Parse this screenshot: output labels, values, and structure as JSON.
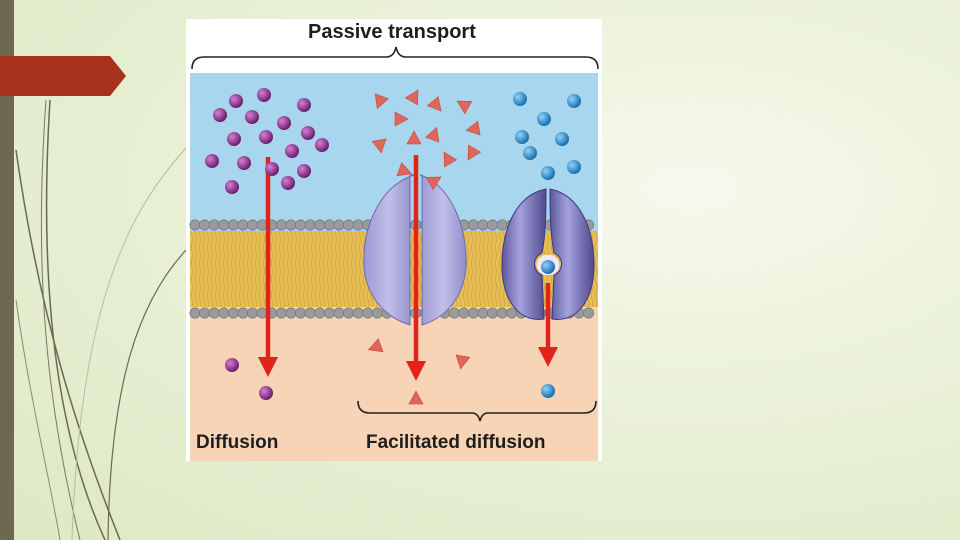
{
  "diagram": {
    "title": "Passive transport",
    "labels": {
      "diffusion": "Diffusion",
      "facilitated_diffusion": "Facilitated diffusion"
    },
    "colors": {
      "extracellular": "#a8d6ee",
      "intracellular": "#f7d4b6",
      "arrow": "#e2231a",
      "purple_particle": "#8a2d8c",
      "red_triangle": "#e0665a",
      "blue_particle": "#2b8fcf",
      "channel_protein": "#aba8dc",
      "carrier_protein": "#7e79bd",
      "lipid_head": "#999999",
      "lipid_tail": "#e6c15a"
    }
  },
  "slide": {
    "accent": "#a8321c",
    "sidebar": "#6e6850"
  }
}
